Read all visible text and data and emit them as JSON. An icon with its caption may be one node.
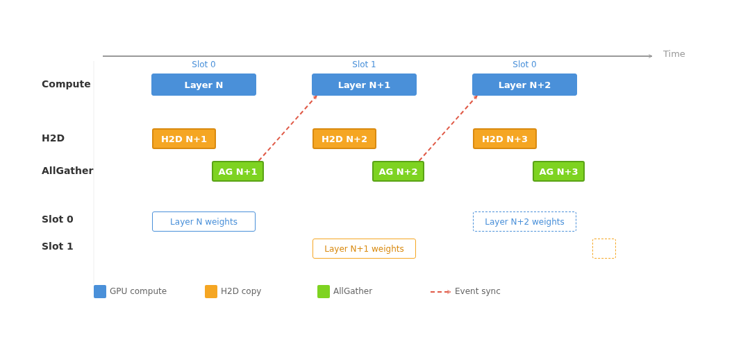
{
  "diagram": {
    "nodes": [
      {
        "text": [
          "Layer N"
        ],
        "beside": [
          "Slot 0"
        ]
      },
      {
        "text": [
          "Layer N+1"
        ],
        "beside": [
          "Slot 1"
        ]
      },
      {
        "text": [
          "Layer N+2"
        ],
        "beside": [
          "Slot 0"
        ]
      },
      {
        "text": [
          "H2D N+1"
        ]
      },
      {
        "text": [
          "H2D N+2"
        ]
      },
      {
        "text": [
          "H2D N+3"
        ]
      },
      {
        "text": [
          "AG N+1"
        ]
      },
      {
        "text": [
          "AG N+2"
        ]
      },
      {
        "text": [
          "AG N+3"
        ]
      },
      {
        "text": [
          "Layer N weights"
        ]
      },
      {
        "text": [
          "Layer N+1 weights"
        ]
      },
      {
        "text": [
          "Layer N+2 weights"
        ]
      },
      {
        "text": [],
        "shape": "box"
      }
    ],
    "edges": [
      {
        "from": 6,
        "to": 1,
        "arrow": "to",
        "style": "dashed",
        "color": "#e05a47"
      },
      {
        "from": 7,
        "to": 2,
        "arrow": "to",
        "style": "dashed",
        "color": "#e05a47"
      }
    ],
    "labels": [
      "Time",
      "Compute",
      "H2D",
      "AllGather",
      "Slot 0",
      "Slot 1"
    ],
    "legend": [
      {
        "text": "GPU compute",
        "color": "#4a90d9"
      },
      {
        "text": "H2D copy",
        "color": "#f5a623"
      },
      {
        "text": "AllGather",
        "color": "#7ed321"
      },
      {
        "text": "Event sync"
      }
    ]
  }
}
